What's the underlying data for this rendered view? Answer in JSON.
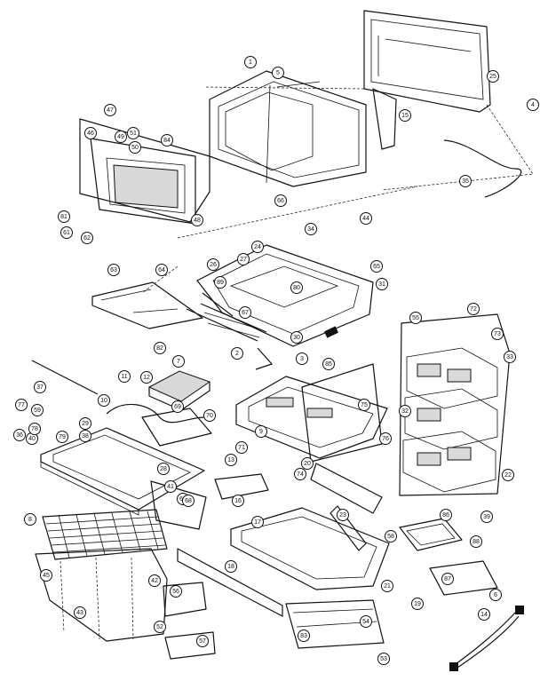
{
  "callouts": [
    "1",
    "2",
    "3",
    "4",
    "5",
    "6",
    "7",
    "8",
    "9",
    "10",
    "11",
    "12",
    "13",
    "14",
    "15",
    "16",
    "17",
    "18",
    "19",
    "20",
    "21",
    "22",
    "23",
    "24",
    "25",
    "26",
    "27",
    "28",
    "29",
    "30",
    "31",
    "32",
    "33",
    "34",
    "35",
    "36",
    "37",
    "38",
    "39",
    "40",
    "41",
    "42",
    "43",
    "44",
    "45",
    "46",
    "47",
    "48",
    "49",
    "50",
    "51",
    "52",
    "53",
    "54",
    "55",
    "56",
    "57",
    "58",
    "59",
    "60",
    "61",
    "62",
    "63",
    "64",
    "65",
    "66",
    "67",
    "68",
    "69",
    "70",
    "71",
    "72",
    "73",
    "74",
    "75",
    "76",
    "77",
    "78",
    "79",
    "80",
    "81",
    "82",
    "83",
    "84",
    "85",
    "86",
    "87",
    "88",
    "89"
  ]
}
